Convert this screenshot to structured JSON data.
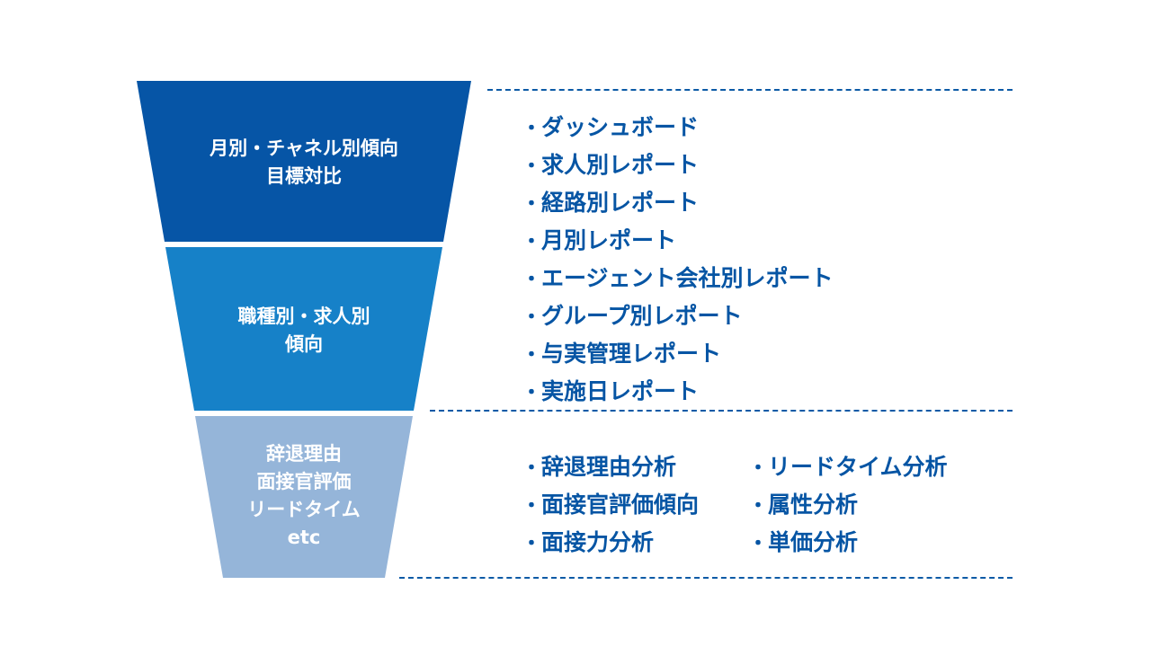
{
  "colors": {
    "segment1": "#0655a6",
    "segment2": "#1681c8",
    "segment3": "#95b5d9",
    "text_blue": "#0655a4",
    "dash": "#0b5aa6"
  },
  "funnel": {
    "segments": [
      {
        "lines": [
          "月別・チャネル別傾向",
          "目標対比"
        ]
      },
      {
        "lines": [
          "職種別・求人別",
          "傾向"
        ]
      },
      {
        "lines": [
          "辞退理由",
          "面接官評価",
          "リードタイム",
          "etc"
        ]
      }
    ]
  },
  "reports": {
    "bullet": "・",
    "items": [
      "ダッシュボード",
      "求人別レポート",
      "経路別レポート",
      "月別レポート",
      "エージェント会社別レポート",
      "グループ別レポート",
      "与実管理レポート",
      "実施日レポート"
    ]
  },
  "analysis": {
    "bullet": "・",
    "left": [
      "辞退理由分析",
      "面接官評価傾向",
      "面接力分析"
    ],
    "right": [
      "リードタイム分析",
      "属性分析",
      "単価分析"
    ]
  }
}
